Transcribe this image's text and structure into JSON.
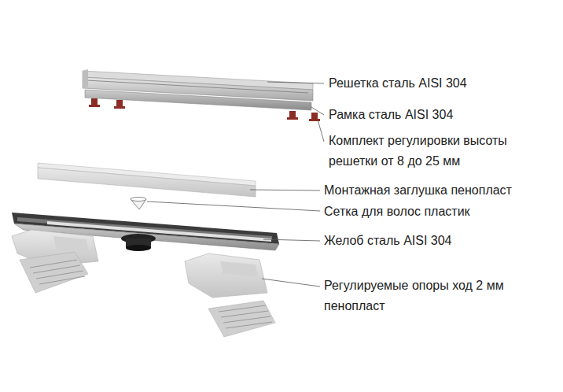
{
  "diagram": {
    "labels": [
      "Решетка сталь AISI 304",
      "Рамка сталь AISI 304",
      "Комплект регулировки высоты решетки от 8 до 25 мм",
      "Монтажная заглушка пенопласт",
      "Сетка для волос пластик",
      "Желоб сталь AISI 304",
      "Регулируемые опоры ход 2 мм пенопласт"
    ]
  }
}
